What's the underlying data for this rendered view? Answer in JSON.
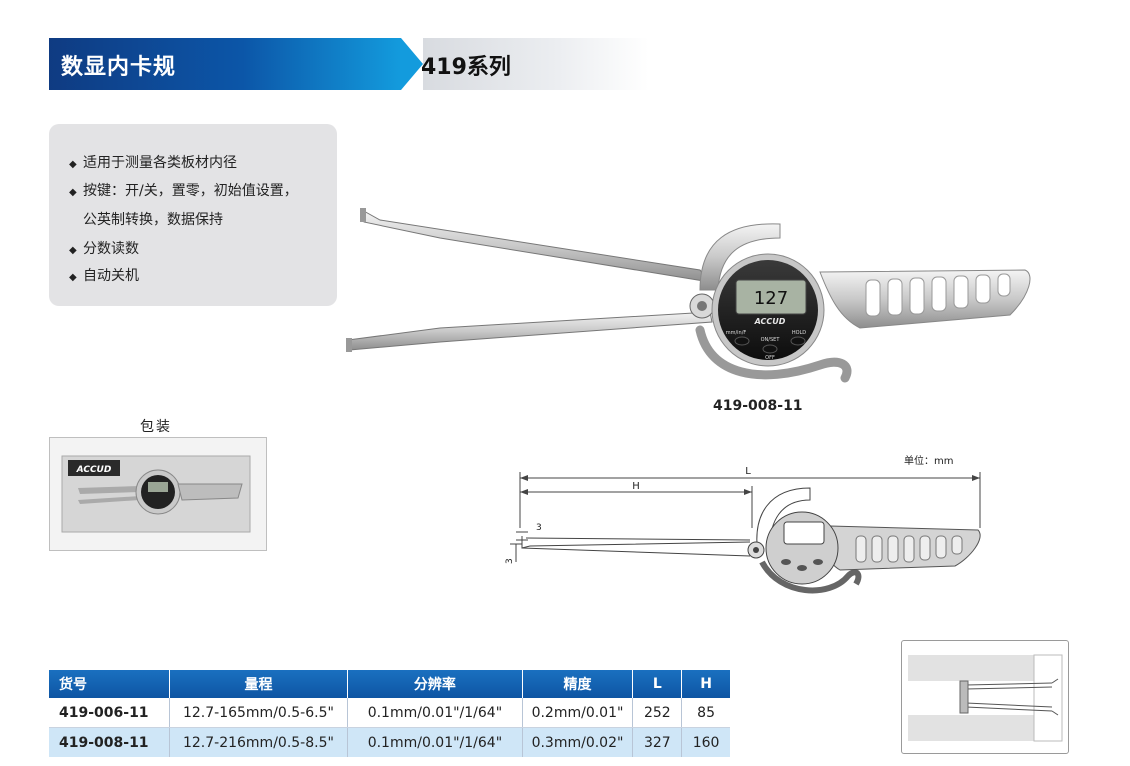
{
  "header": {
    "title": "数显内卡规",
    "series": "419系列"
  },
  "features": [
    {
      "text": "适用于测量各类板材内径",
      "bullet": true
    },
    {
      "text": "按键：开/关，置零，初始值设置，",
      "bullet": true
    },
    {
      "text": "公英制转换，数据保持",
      "bullet": false
    },
    {
      "text": "分数读数",
      "bullet": true
    },
    {
      "text": "自动关机",
      "bullet": true
    }
  ],
  "product": {
    "model": "419-008-11",
    "display_value": "127",
    "brand": "ACCUD",
    "buttons": {
      "left": "mm/in/F",
      "center": "ON/SET",
      "right": "HOLD",
      "bottom": "OFF"
    }
  },
  "package": {
    "label": "包装",
    "brand": "ACCUD"
  },
  "drawing": {
    "unit": "单位：mm",
    "dim_L": "L",
    "dim_H": "H",
    "dim_3a": "3",
    "dim_3b": "3"
  },
  "table": {
    "headers": [
      "货号",
      "量程",
      "分辨率",
      "精度",
      "L",
      "H"
    ],
    "rows": [
      [
        "419-006-11",
        "12.7-165mm/0.5-6.5\"",
        "0.1mm/0.01\"/1/64\"",
        "0.2mm/0.01\"",
        "252",
        "85"
      ],
      [
        "419-008-11",
        "12.7-216mm/0.5-8.5\"",
        "0.1mm/0.01\"/1/64\"",
        "0.3mm/0.02\"",
        "327",
        "160"
      ]
    ]
  },
  "colors": {
    "banner_blue": "#0c56a8",
    "banner_light": "#139bdd",
    "row_highlight": "#cfe6f7"
  }
}
